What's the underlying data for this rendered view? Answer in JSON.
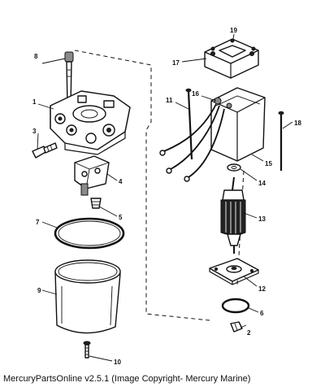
{
  "callouts": [
    "1",
    "2",
    "3",
    "4",
    "5",
    "6",
    "7",
    "8",
    "9",
    "10",
    "11",
    "12",
    "13",
    "14",
    "15",
    "16",
    "17",
    "18",
    "19"
  ],
  "caption": "MercuryPartsOnline v2.5.1 (Image Copyright- Mercury Marine)"
}
